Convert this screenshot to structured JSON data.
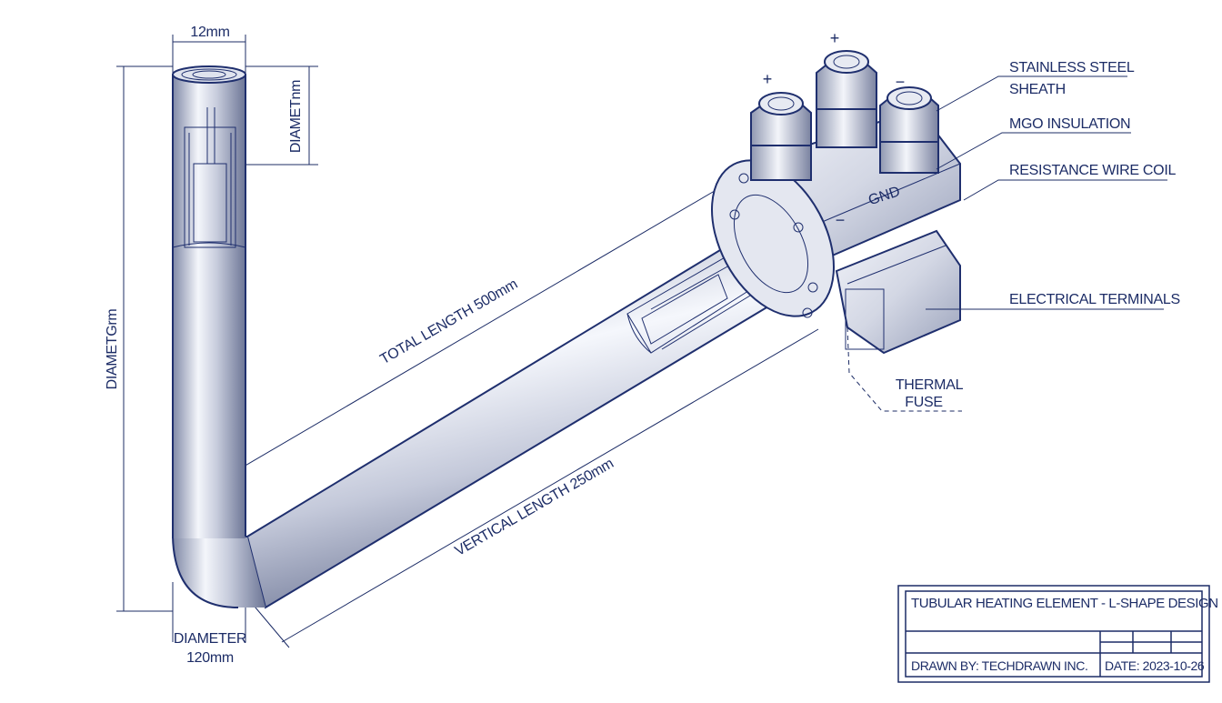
{
  "dimensions": {
    "top_width": "12mm",
    "upper_diameter": "DIAMETnm",
    "left_vertical": "DIAMETGrm",
    "total_length": "TOTAL LENGTH 500mm",
    "vertical_length": "VERTICAL LENGTH 250mm",
    "bottom_diameter_line1": "DIAMETER",
    "bottom_diameter_line2": "120mm"
  },
  "callouts": {
    "sheath_line1": "STAINLESS STEEL",
    "sheath_line2": "SHEATH",
    "insulation": "MGO INSULATION",
    "coil": "RESISTANCE WIRE COIL",
    "terminals": "ELECTRICAL TERMINALS",
    "fuse_line1": "THERMAL",
    "fuse_line2": "FUSE"
  },
  "terminal_marks": {
    "plus_left": "+",
    "plus_top": "+",
    "minus_right": "−",
    "minus_body": "−",
    "ground": "GND"
  },
  "title_block": {
    "title": "TUBULAR HEATING ELEMENT - L-SHAPE DESIGN",
    "drawn_by": "DRAWN BY: TECHDRAWN INC.",
    "date": "DATE: 2023-10-26"
  },
  "colors": {
    "ink": "#1c2c66",
    "steel_light": "#f4f6fb",
    "steel_dark": "#8b93ad"
  }
}
